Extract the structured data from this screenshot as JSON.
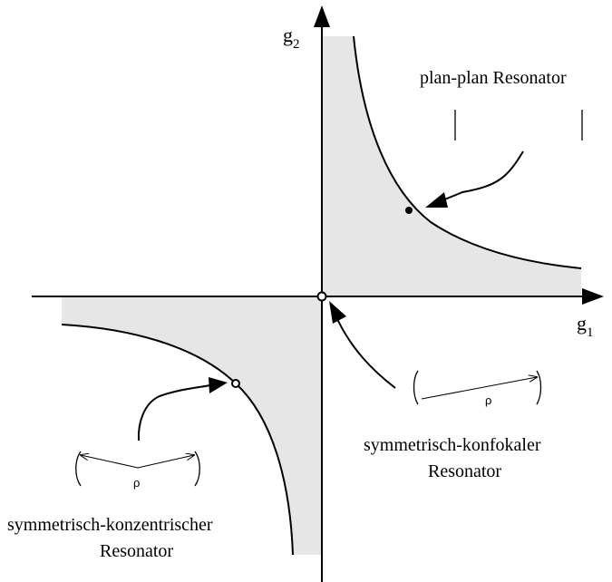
{
  "axes": {
    "x_label": "g",
    "x_sub": "1",
    "y_label": "g",
    "y_sub": "2"
  },
  "labels": {
    "plan_plan": "plan-plan Resonator",
    "konfokal_line1": "symmetrisch-konfokaler",
    "konfokal_line2": "Resonator",
    "konzentrisch_line1": "symmetrisch-konzentrischer",
    "konzentrisch_line2": "Resonator",
    "rho_konfokal": "ρ",
    "rho_konzentrisch": "ρ"
  },
  "colors": {
    "stable_region": "#e6e6e6",
    "ink": "#000000"
  }
}
